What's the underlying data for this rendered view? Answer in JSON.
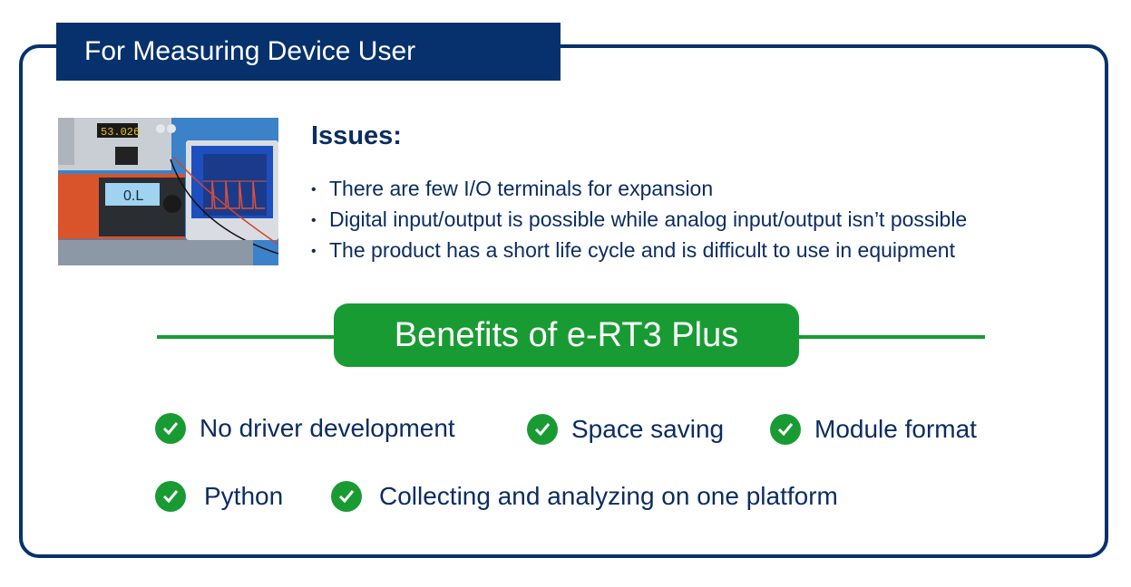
{
  "header": {
    "title": "For Measuring Device User"
  },
  "photo": {
    "alt": "measuring-equipment-photo",
    "display_reading": "53.026",
    "multimeter_reading": "0.L"
  },
  "issues": {
    "title": "Issues:",
    "items": [
      "There are few I/O terminals for expansion",
      "Digital input/output is possible while analog input/output isn’t possible",
      "The product has a short life cycle and is difficult to use in equipment"
    ]
  },
  "benefits": {
    "title": "Benefits of e-RT3 Plus",
    "items": [
      {
        "label": "No driver development",
        "icon": "check-circle-icon"
      },
      {
        "label": "Space saving",
        "icon": "check-circle-icon"
      },
      {
        "label": "Module format",
        "icon": "check-circle-icon"
      },
      {
        "label": "Python",
        "icon": "check-circle-icon"
      },
      {
        "label": "Collecting and analyzing on one platform",
        "icon": "check-circle-icon"
      }
    ]
  },
  "colors": {
    "navy": "#06316d",
    "green": "#199b33",
    "text": "#0b2d62"
  }
}
